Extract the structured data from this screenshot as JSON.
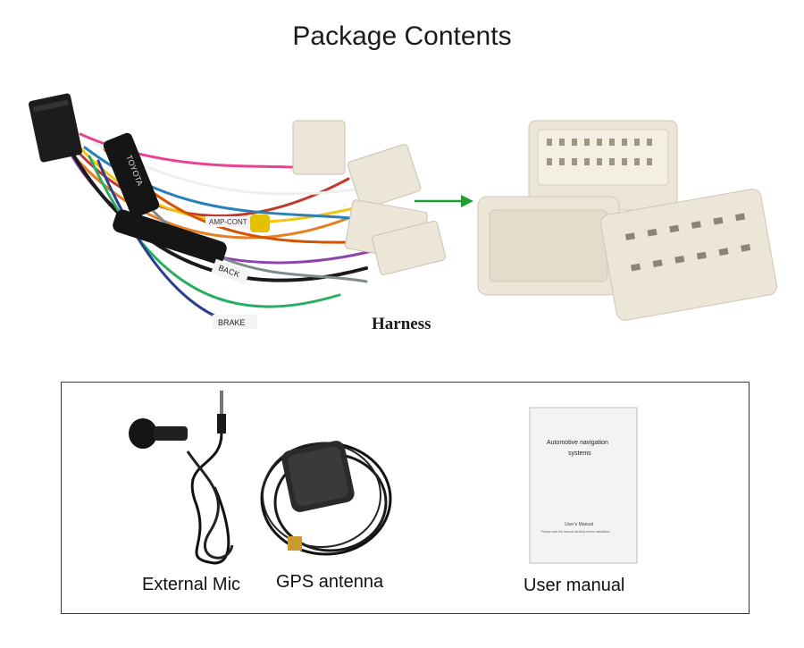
{
  "title": "Package Contents",
  "harness": {
    "label": "Harness",
    "tags": {
      "brand": "TOYOTA",
      "amp": "AMP-CONT",
      "back": "BACK",
      "brake": "BRAKE"
    }
  },
  "accessories": {
    "mic_label": "External Mic",
    "gps_label": "GPS antenna",
    "manual_label": "User manual"
  },
  "manual": {
    "title_line1": "Automotive navigation",
    "title_line2": "systems",
    "subtitle": "User’s Manual",
    "fine_print": "Please read the manual carefully before installation"
  },
  "colors": {
    "arrow": "#1f9e2f",
    "connector": "#ece6d8",
    "border": "#3a3a3a"
  }
}
